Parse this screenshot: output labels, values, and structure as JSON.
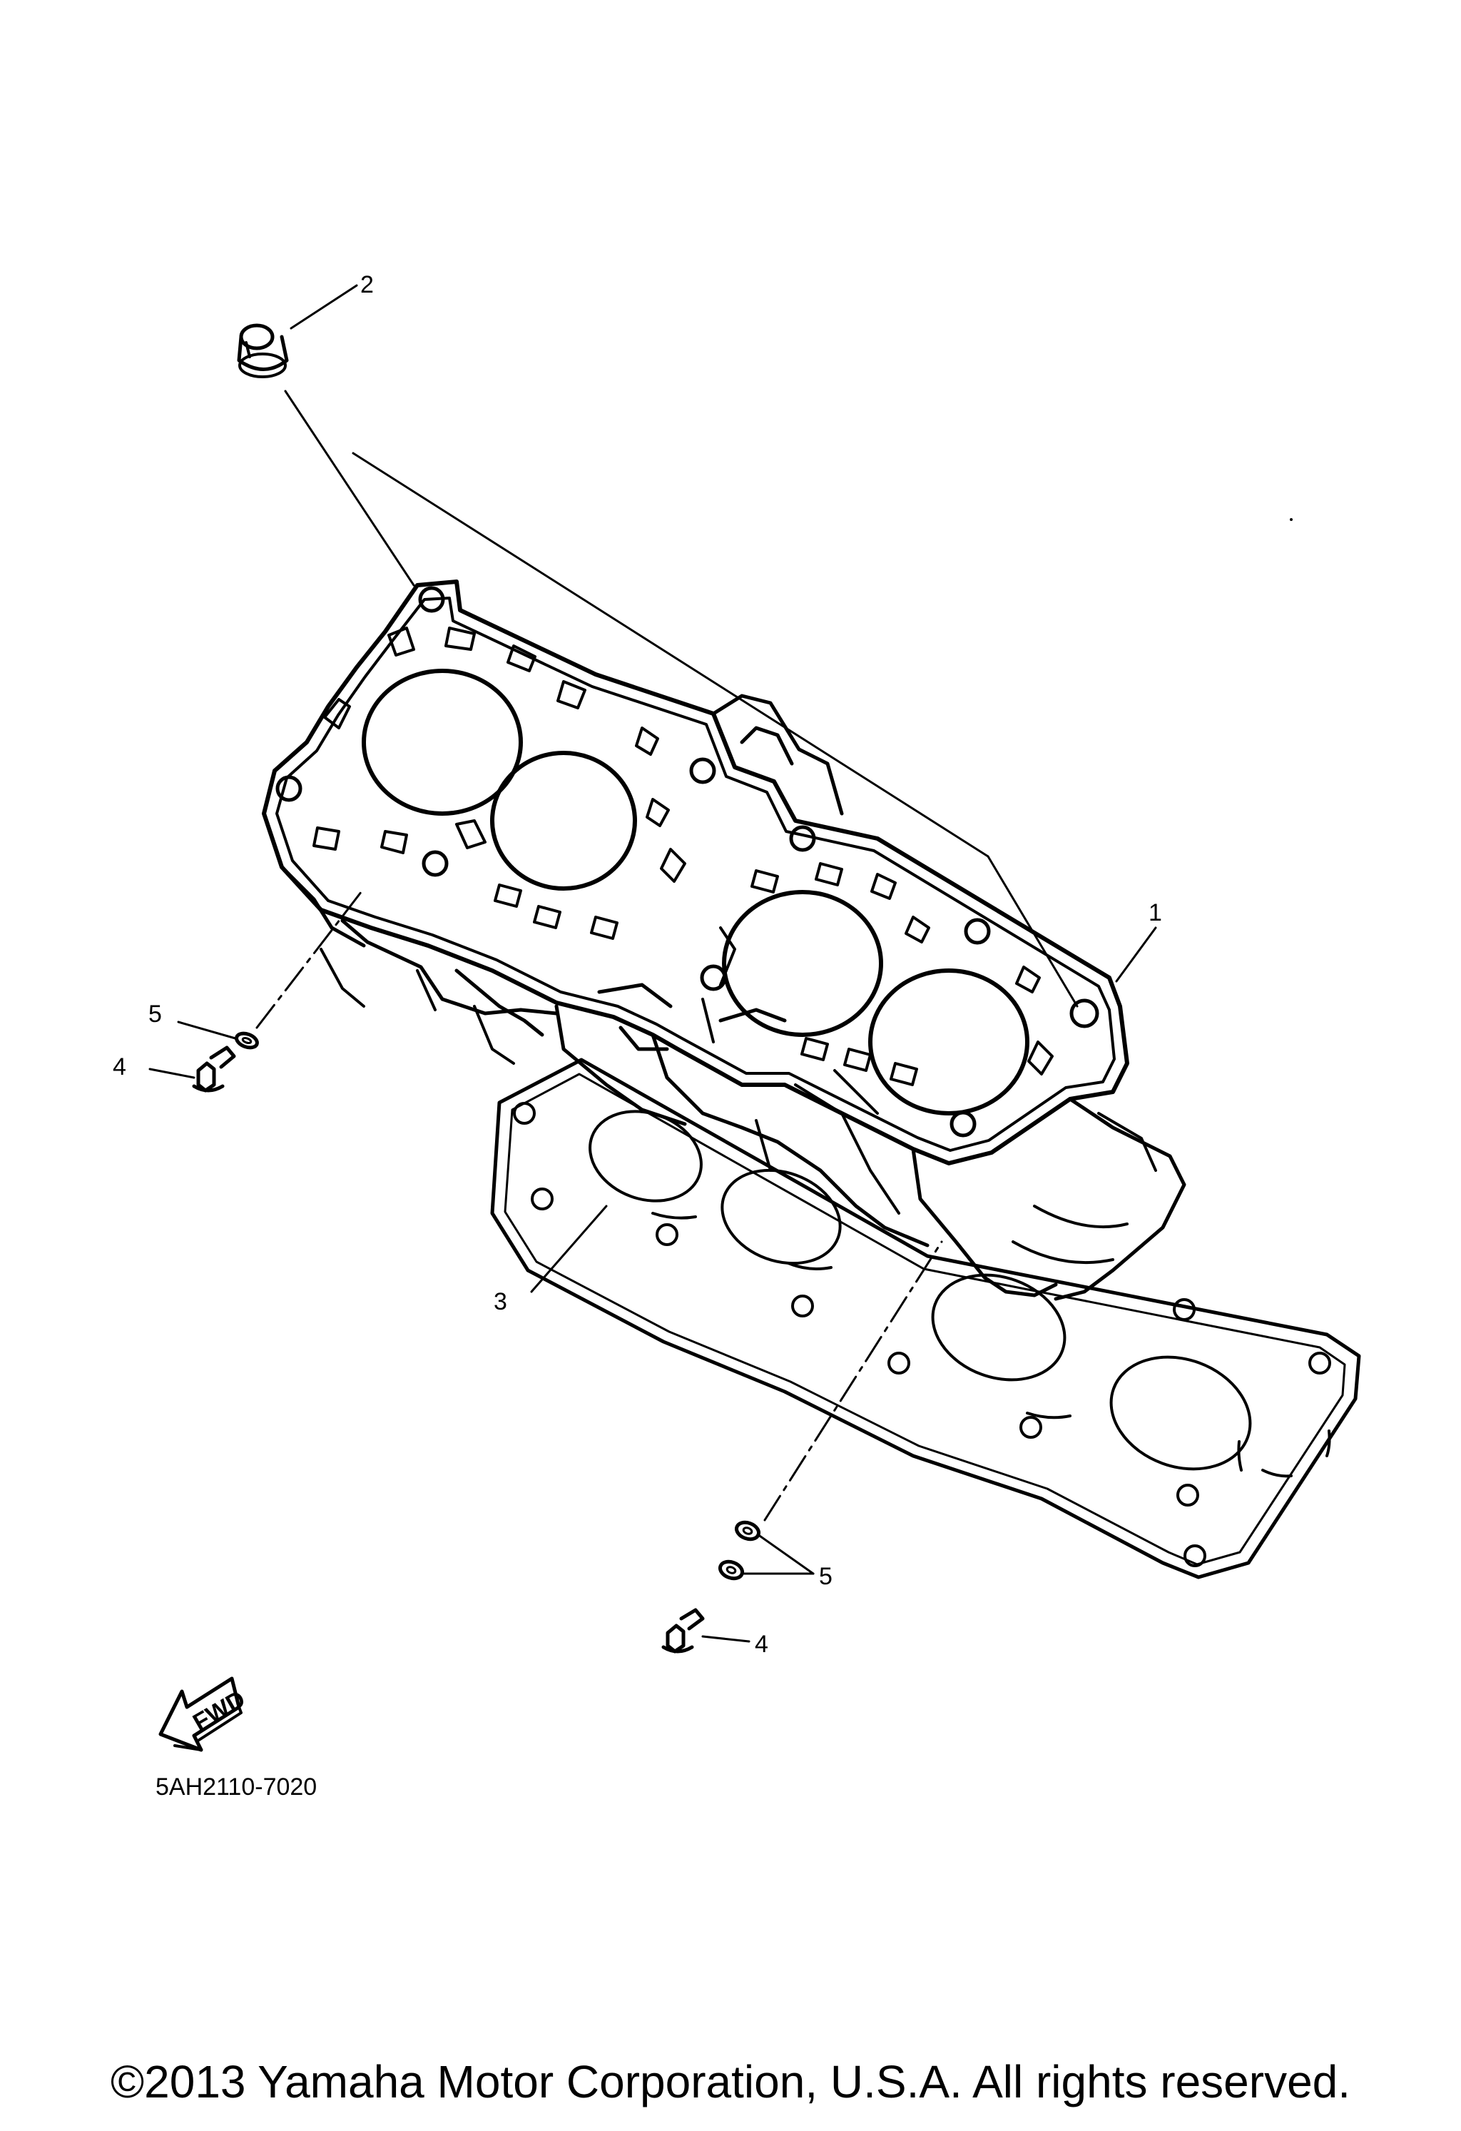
{
  "diagram": {
    "part_code": "5AH2110-7020",
    "fwd_label": "FWD",
    "callouts": [
      "1",
      "2",
      "3",
      "4",
      "5",
      "4",
      "5"
    ]
  },
  "footer": {
    "copyright": "©2013 Yamaha Motor Corporation, U.S.A. All rights reserved."
  }
}
